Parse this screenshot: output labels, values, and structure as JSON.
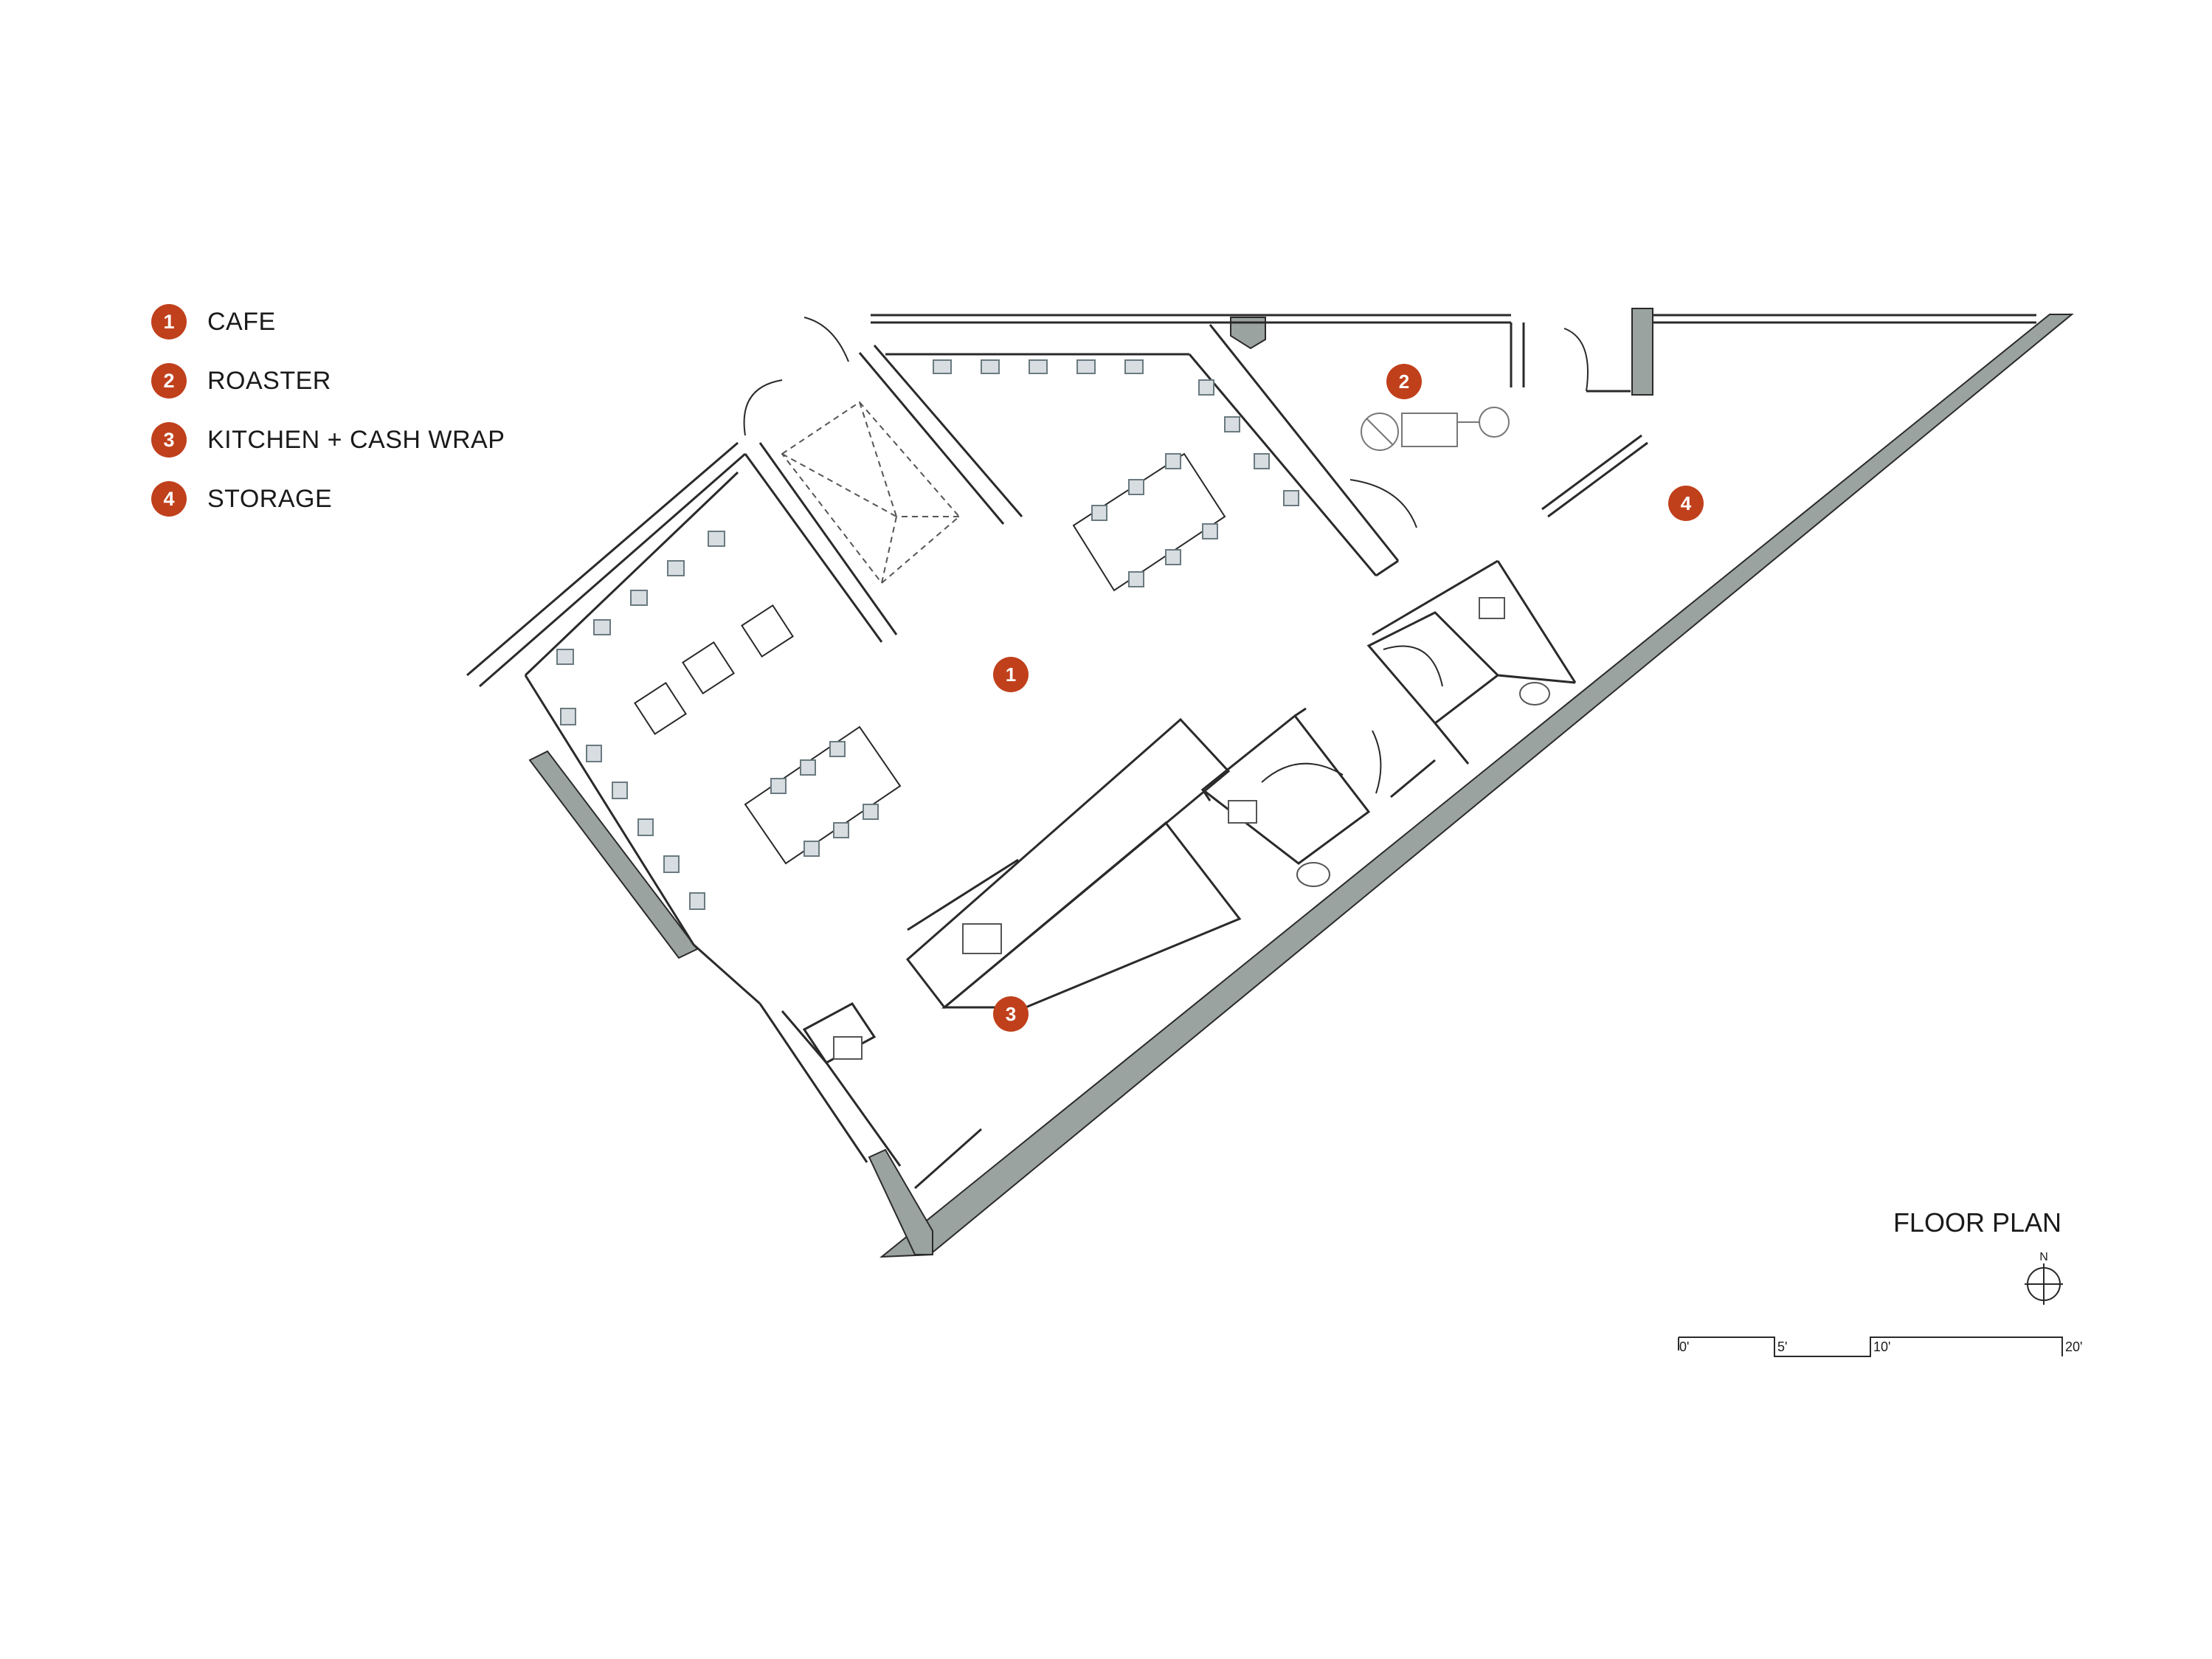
{
  "legend": [
    {
      "number": "1",
      "label": "CAFE"
    },
    {
      "number": "2",
      "label": "ROASTER"
    },
    {
      "number": "3",
      "label": "KITCHEN + CASH WRAP"
    },
    {
      "number": "4",
      "label": "STORAGE"
    }
  ],
  "room_markers": [
    "1",
    "2",
    "3",
    "4"
  ],
  "title": "FLOOR PLAN",
  "north_label": "N",
  "scale_labels": [
    "0'",
    "5'",
    "10'",
    "20'"
  ],
  "colors": {
    "accent": "#c0401c",
    "wall": "#9aa39f",
    "line": "#2a2a2a"
  }
}
